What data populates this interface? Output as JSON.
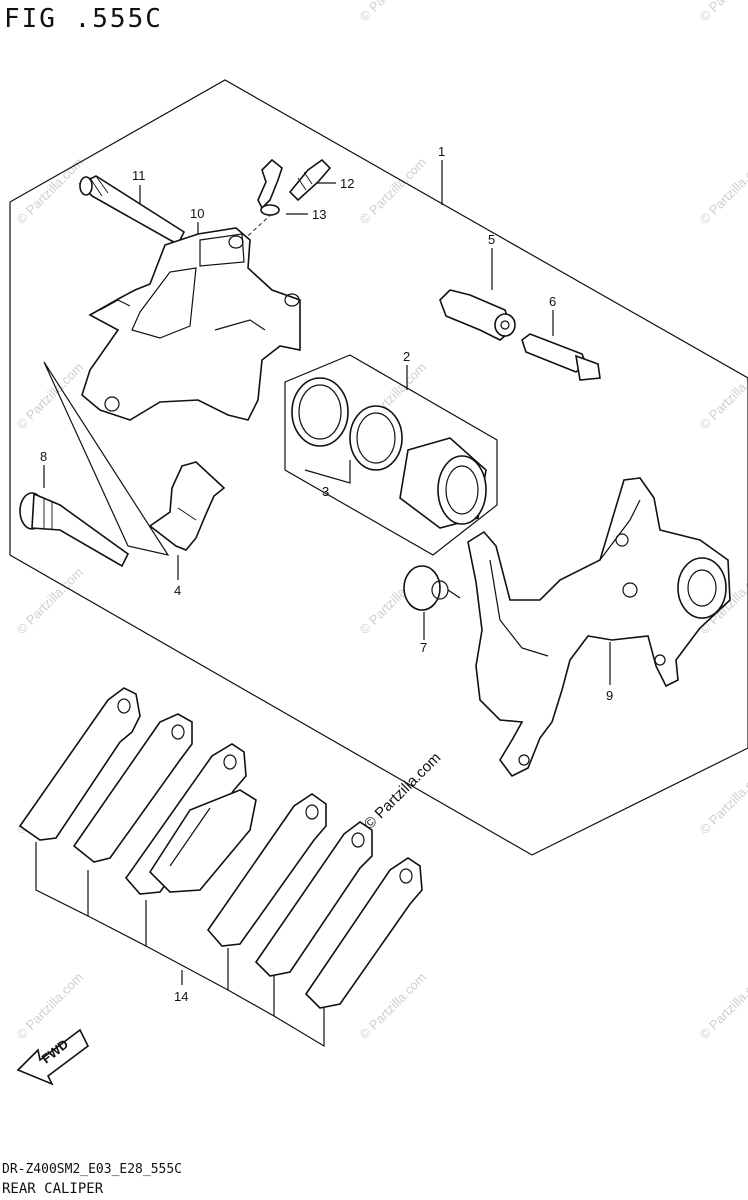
{
  "figure": {
    "title": "FIG .555C",
    "footer_code": "DR-Z400SM2_E03_E28_555C",
    "footer_name": "REAR CALIPER"
  },
  "watermark": {
    "text": "© Partzilla.com",
    "center_text": "© Partzilla.com",
    "corner_text": "© Partz"
  },
  "callouts": [
    "1",
    "2",
    "3",
    "4",
    "5",
    "6",
    "7",
    "8",
    "9",
    "10",
    "11",
    "12",
    "13",
    "14"
  ],
  "fwd_arrow": {
    "label": "FWD"
  }
}
